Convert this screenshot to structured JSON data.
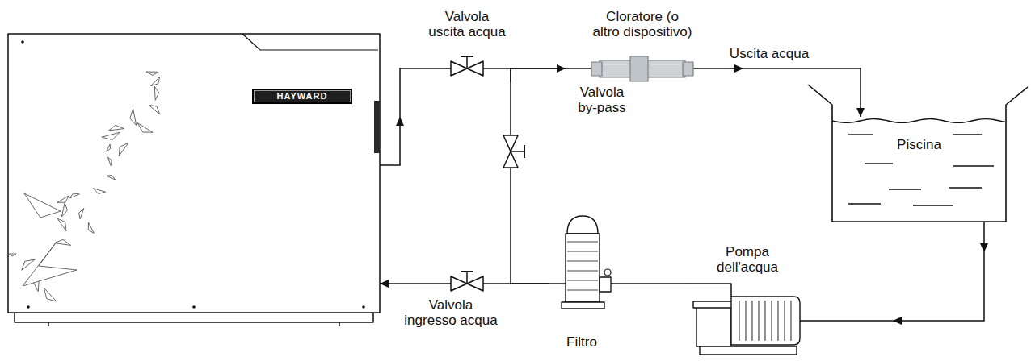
{
  "diagram": {
    "nodes": [
      {
        "text": [
          "HAYWARD"
        ]
      },
      {
        "text": [
          "Valvola uscita acqua"
        ]
      },
      {
        "text": [
          "Cloratore (o altro dispositivo)"
        ]
      },
      {
        "text": [
          "Piscina"
        ]
      },
      {
        "text": [
          "Valvola by-pass"
        ]
      },
      {
        "text": [
          "Pompa dell'acqua"
        ]
      },
      {
        "text": [
          "Filtro"
        ]
      },
      {
        "text": [
          "Valvola ingresso acqua"
        ]
      }
    ],
    "edges": [
      {
        "from": 0,
        "to": 1,
        "arrow": "to"
      },
      {
        "from": 1,
        "to": 2,
        "arrow": "to"
      },
      {
        "from": 1,
        "to": 4,
        "arrow": "none"
      },
      {
        "from": 2,
        "to": 3,
        "label": "Uscita acqua",
        "arrow": "to"
      },
      {
        "from": 3,
        "to": 5,
        "arrow": "to"
      },
      {
        "from": 5,
        "to": 6,
        "arrow": "none"
      },
      {
        "from": 6,
        "to": 7,
        "arrow": "none"
      },
      {
        "from": 6,
        "to": 4,
        "arrow": "none"
      },
      {
        "from": 4,
        "to": 2,
        "arrow": "none"
      },
      {
        "from": 7,
        "to": 0,
        "arrow": "to"
      }
    ]
  }
}
